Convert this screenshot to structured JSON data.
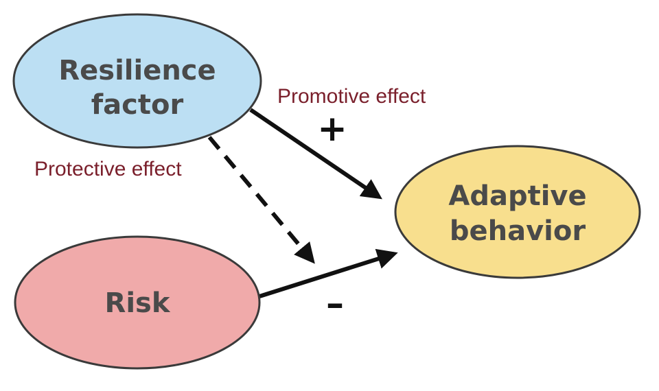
{
  "nodes": {
    "resilience": {
      "line1": "Resilience",
      "line2": "factor",
      "fill": "#bcdff3"
    },
    "adaptive": {
      "line1": "Adaptive",
      "line2": "behavior",
      "fill": "#f8df8e"
    },
    "risk": {
      "label": "Risk",
      "fill": "#f0aaaa"
    }
  },
  "edges": {
    "promotive": {
      "label": "Promotive effect",
      "sign": "+"
    },
    "protective": {
      "label": "Protective effect"
    },
    "risk": {
      "sign": "–"
    }
  },
  "colors": {
    "node_text": "#4a4a4a",
    "node_outline": "#3a3a3a",
    "effect_text": "#7a1f2b",
    "arrow": "#111111"
  }
}
